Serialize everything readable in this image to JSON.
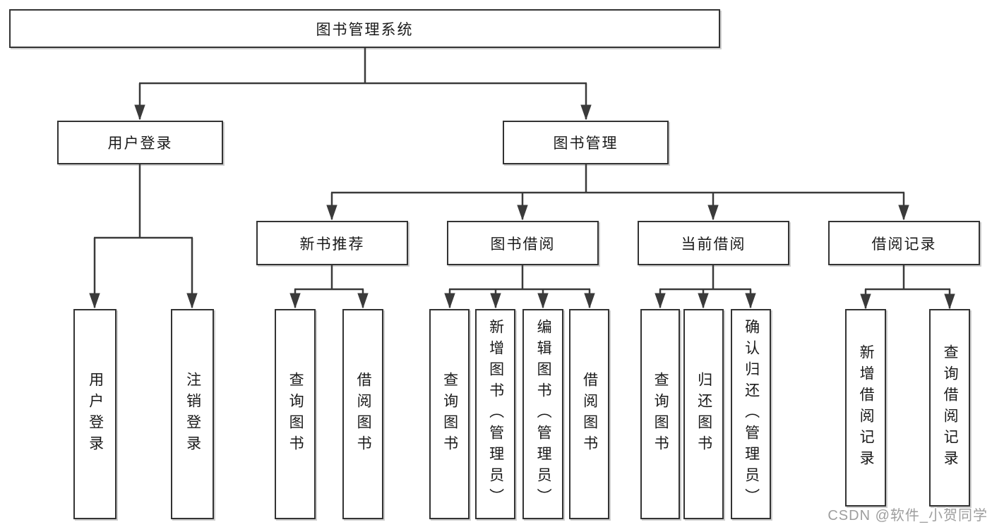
{
  "colors": {
    "background": "#ffffff",
    "line": "#3a3a3a",
    "box_border": "#333333",
    "box_fill": "#ffffff",
    "text": "#1a1a1a",
    "watermark": "#9e9e9e"
  },
  "tree": {
    "label": "图书管理系统",
    "children": [
      {
        "label": "用户登录",
        "children": [
          {
            "label": "用户登录"
          },
          {
            "label": "注销登录"
          }
        ]
      },
      {
        "label": "图书管理",
        "children": [
          {
            "label": "新书推荐",
            "children": [
              {
                "label": "查询图书"
              },
              {
                "label": "借阅图书"
              }
            ]
          },
          {
            "label": "图书借阅",
            "children": [
              {
                "label": "查询图书"
              },
              {
                "label": "新增图书（管理员）"
              },
              {
                "label": "编辑图书（管理员）"
              },
              {
                "label": "借阅图书"
              }
            ]
          },
          {
            "label": "当前借阅",
            "children": [
              {
                "label": "查询图书"
              },
              {
                "label": "归还图书"
              },
              {
                "label": "确认归还（管理员）"
              }
            ]
          },
          {
            "label": "借阅记录",
            "children": [
              {
                "label": "新增借阅记录"
              },
              {
                "label": "查询借阅记录"
              }
            ]
          }
        ]
      }
    ]
  },
  "watermark": "CSDN @软件_小贺同学"
}
